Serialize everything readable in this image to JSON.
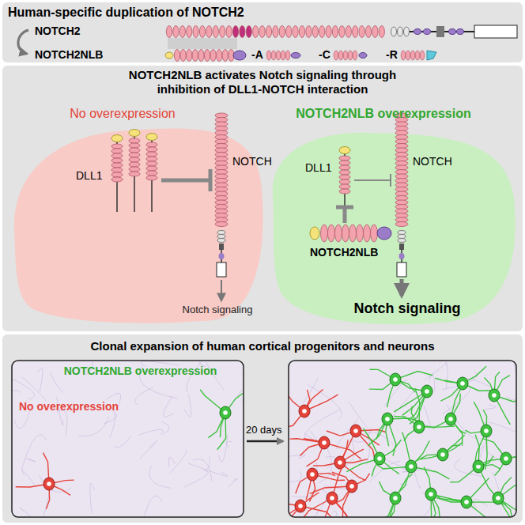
{
  "diagram": {
    "nodes": [
      {
        "text": [
          "Human-specific duplication of NOTCH2"
        ]
      },
      {
        "text": [
          "NOTCH2NLB activates Notch signaling through inhibition of DLL1-NOTCH interaction"
        ]
      },
      {
        "text": [
          "No overexpression",
          "Notch signaling"
        ],
        "in": 1
      },
      {
        "text": [
          "NOTCH2NLB overexpression",
          "Notch signaling"
        ],
        "in": 1
      },
      {
        "text": [
          "Clonal expansion of human cortical progenitors and neurons"
        ]
      },
      {
        "text": [
          "NOTCH2NLB overexpression",
          "No overexpression"
        ],
        "in": 4
      }
    ],
    "labels": [
      "NOTCH2",
      "NOTCH2NLB",
      "-A",
      "-C",
      "-R",
      "DLL1",
      "NOTCH",
      "DLL1",
      "NOTCH",
      "NOTCH2NLB",
      "20 days"
    ]
  }
}
